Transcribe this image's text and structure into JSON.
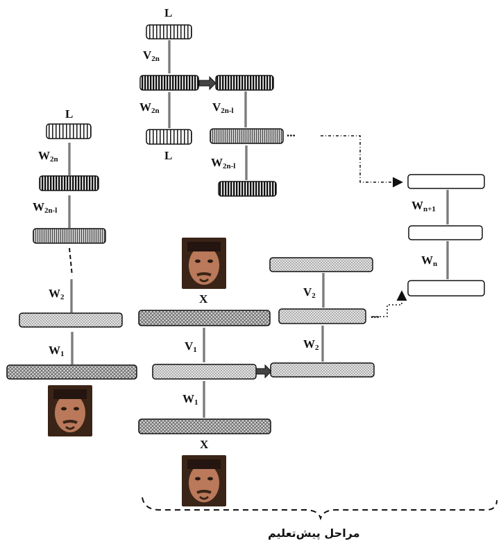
{
  "diagram": {
    "labels": {
      "L": "L",
      "X": "X",
      "W": "W",
      "V": "V",
      "sub_1": "1",
      "sub_2": "2",
      "sub_2n": "2n",
      "sub_2n_1": "2n-l",
      "sub_n": "n",
      "sub_n1": "n+1"
    },
    "caption": "مراحل پیش‌تعلیم",
    "ellipsis": "..."
  }
}
